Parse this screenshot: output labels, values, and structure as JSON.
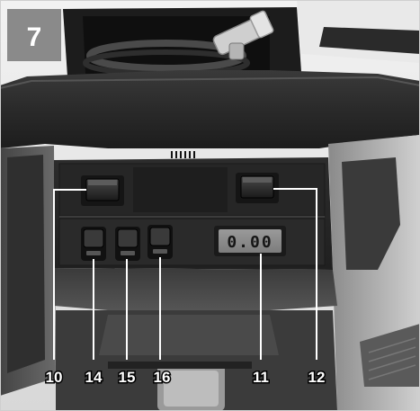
{
  "figure": {
    "number": "7"
  },
  "display": {
    "reading": "0.00"
  },
  "callouts": {
    "c10": "10",
    "c14": "14",
    "c15": "15",
    "c16": "16",
    "c11": "11",
    "c12": "12"
  },
  "colors": {
    "badge": "#8a8a8a",
    "leader_line": "#ffffff",
    "housing_dark": "#2b2b2b",
    "housing_light": "#b9b9b9",
    "display_face": "#8e8e8e"
  }
}
